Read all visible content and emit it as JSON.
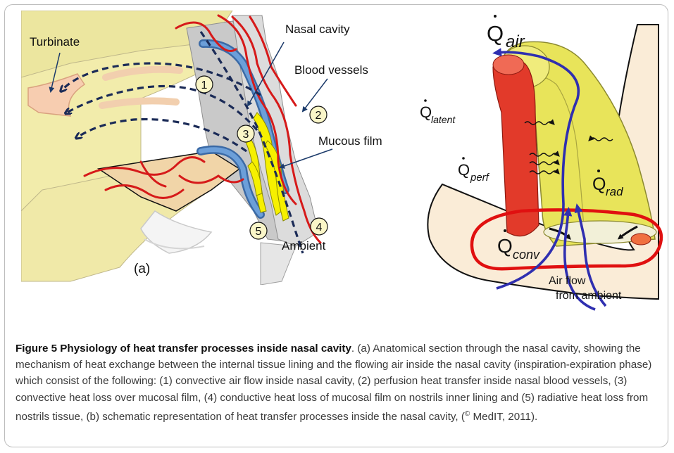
{
  "panel_a": {
    "labels": {
      "nasal_cavity": "Nasal cavity",
      "turbinate": "Turbinate",
      "blood_vessels": "Blood vessels",
      "mucous_film": "Mucous film",
      "ambient": "Ambient",
      "panel_label": "(a)"
    },
    "markers": [
      "1",
      "2",
      "3",
      "4",
      "5"
    ]
  },
  "panel_b": {
    "q_air": {
      "sym": "Q",
      "sub": "air"
    },
    "q_latent": {
      "sym": "Q",
      "sub": "latent"
    },
    "q_perf": {
      "sym": "Q",
      "sub": "perf"
    },
    "q_rad": {
      "sym": "Q",
      "sub": "rad"
    },
    "q_conv": {
      "sym": "Q",
      "sub": "conv"
    },
    "air_flow_line1": "Air flow",
    "air_flow_line2": "from ambient"
  },
  "caption": {
    "title": "Figure 5 Physiology of heat transfer processes inside nasal cavity",
    "body": ". (a) Anatomical section through the nasal cavity, showing the mechanism of heat exchange between the internal tissue lining and the flowing air inside the nasal cavity (inspiration-expiration phase) which consist of the following: (1) convective air flow inside nasal cavity, (2) perfusion heat transfer inside nasal blood vessels, (3) convective heat loss over mucosal film, (4) conductive heat loss of mucosal film on nostrils inner lining and (5) radiative heat loss from nostrils tissue, (b) schematic representation of heat transfer processes inside the nasal cavity, (",
    "copyright": "©",
    "ending": " MedIT, 2011)."
  },
  "colors": {
    "bone": "#f3eeaa",
    "vessel": "#d61a1a",
    "mucosa": "#4f86c6",
    "mucous_film": "#f6f000",
    "airflow": "#1b2b57",
    "cylinder": "#e8e45a",
    "arrow_blue": "#2f2fb0"
  }
}
